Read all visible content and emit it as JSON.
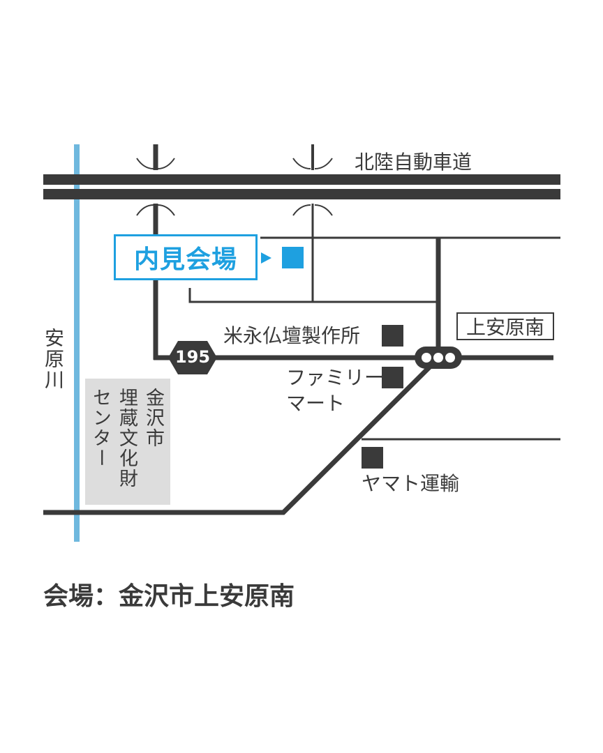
{
  "map": {
    "expressway_label": "北陸自動車道",
    "river_label": "安原川",
    "venue_label": "内見会場",
    "route_number": "195",
    "station_label": "上安原南",
    "landmarks": {
      "butsudan": "米永仏壇製作所",
      "familymart_line1": "ファミリー",
      "familymart_line2": "マート",
      "yamato": "ヤマト運輸",
      "center_col1": "金沢市",
      "center_col2": "埋蔵文化財",
      "center_col3": "センター"
    }
  },
  "footer": {
    "address": "会場：金沢市上安原南"
  },
  "colors": {
    "road": "#3a3a3a",
    "river": "#6fb8de",
    "accent": "#1ea0e0",
    "center_fill": "#dddddd",
    "text": "#3a3a3a"
  }
}
